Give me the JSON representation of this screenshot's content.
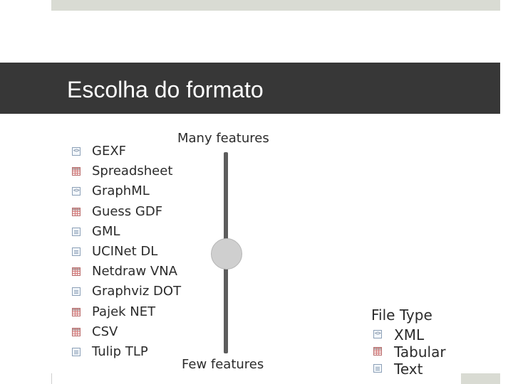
{
  "slide": {
    "title": "Escolha do formato"
  },
  "formats": [
    {
      "label": "GEXF",
      "icon": "xml-file-icon"
    },
    {
      "label": "Spreadsheet",
      "icon": "table-file-icon"
    },
    {
      "label": "GraphML",
      "icon": "xml-file-icon"
    },
    {
      "label": "Guess GDF",
      "icon": "table-file-icon"
    },
    {
      "label": "GML",
      "icon": "text-file-icon"
    },
    {
      "label": "UCINet DL",
      "icon": "text-file-icon"
    },
    {
      "label": "Netdraw VNA",
      "icon": "table-file-icon"
    },
    {
      "label": "Graphviz DOT",
      "icon": "text-file-icon"
    },
    {
      "label": "Pajek NET",
      "icon": "table-file-icon"
    },
    {
      "label": "CSV",
      "icon": "table-file-icon"
    },
    {
      "label": "Tulip TLP",
      "icon": "text-file-icon"
    }
  ],
  "scale": {
    "top_label": "Many features",
    "bottom_label": "Few features"
  },
  "legend": {
    "title": "File Type",
    "items": [
      {
        "label": "XML",
        "icon": "xml-file-icon"
      },
      {
        "label": "Tabular",
        "icon": "table-file-icon"
      },
      {
        "label": "Text",
        "icon": "text-file-icon"
      }
    ]
  },
  "colors": {
    "title_bar": "#373737",
    "title_text": "#ffffff",
    "accent_band": "#d9dbd3",
    "slider_track": "#5d5d5d",
    "slider_thumb": "#cfcfcf",
    "text": "#2b2b2b"
  }
}
